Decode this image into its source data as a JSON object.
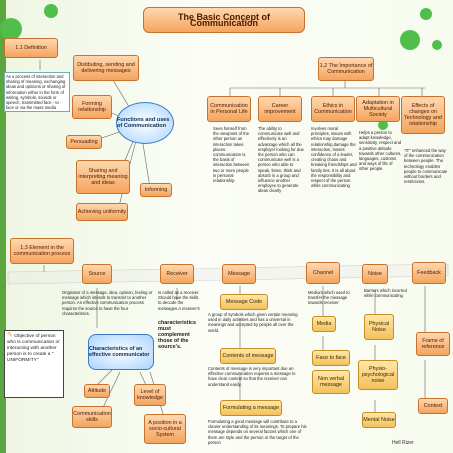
{
  "title": "The Basic Concept of Communication",
  "section1": {
    "heading": "1.1 Definition",
    "definition": "As a process of interaction and sharing of meaning, exchanging ideas and opinions or sharing of information either in the form of writing, symbols, sounds or speech, transmitted face - to - face or via the mass media",
    "center": "Functions and uses of Communication",
    "functions": [
      "Distibuting, sending and delivering messages",
      "Forming relationship",
      "Persuading",
      "Sharing and interpreting meaning and ideas",
      "Informing",
      "Achieving uniformity"
    ]
  },
  "section2": {
    "heading": "1.2 The Importance of Communication",
    "items": [
      {
        "title": "Communication in Personal Life",
        "body": "Sees himself from the viewpoint of the other person as interaction takes places. communication is the basis of interaction between two or more people in personal relationship"
      },
      {
        "title": "Career improvement",
        "body": "The ability to communicate well and effectively is an advantage which all the employer looking for due the person who can communicate well is a person who able to speak, listen, think and absorb in a group and influence another employee to generate ideas clearly"
      },
      {
        "title": "Ethics in Communication",
        "body": "Involves moral principles, issues with ethics may damage relationship,damage the interaction, looses confidence of a leader, creating chaos and breaking friendships and family ties. It is all about the responsibility and respect of the person while communicating"
      },
      {
        "title": "Adaptation in Multicultural Society",
        "body": "Helps a person to adapt knowledge, sensitivity, respect and a positive attitude towards other cultures, languages, customs and ways of life of other people."
      },
      {
        "title": "Effects of changes on Technology and relationship",
        "body": "\"IT\" enhanced the way of the communication between people. The technology enables people to communicate without borders and restrictions."
      }
    ]
  },
  "section3": {
    "heading": "1.3 Element in the communication process",
    "flow": [
      "Source",
      "Receiver",
      "Message",
      "Channel",
      "Noise",
      "Feedback"
    ],
    "source_text": "Originator of a message, idea, opinion, feeling or message which intends to transmit to another person. An effective communication process requires the source to have the four characteristics.",
    "receiver_text_a": "Is called as a receiver. Should have the skills to decode the messages.A receiver's",
    "receiver_text_b": "characteristics must complement those of the source's.",
    "objective_text": "Objective of person who is communication or interacting with another person is to create a \" UNIFORMITY\"",
    "characteristics": "Characteristics of an effective communicator",
    "traits": [
      "Attitude",
      "Level of knowledge",
      "Communication skills",
      "A position in a socio-cultural System"
    ],
    "message_code": "Message Code",
    "message_code_text": "A group of symbols which given certain meaning used in daily activities and has a universal in meanings and accepted by people all over the world.",
    "contents": "Contents of message",
    "contents_text": "Contents of message is very important due an effective communication requires a message to have clear content so that the receiver can understand easily.",
    "formulating": "Formulating a message",
    "formulating_text": "Formulating a good message will contribute to a clearer understanding of its meanings. To prepare his message depends on several factors which one of them are style and the person or the target of the person",
    "channel_text": "Medium which used to transfer the message towards receiver",
    "channels": [
      "Media",
      "Face to face",
      "Non verbal message"
    ],
    "noise_text": "Barriers which incurred while communicating",
    "noises": [
      "Physical Noise",
      "Physio-psychological noise",
      "Mental Noise"
    ],
    "frame": "Frame of reference",
    "context": "Context",
    "author": "Hell Rizer"
  }
}
